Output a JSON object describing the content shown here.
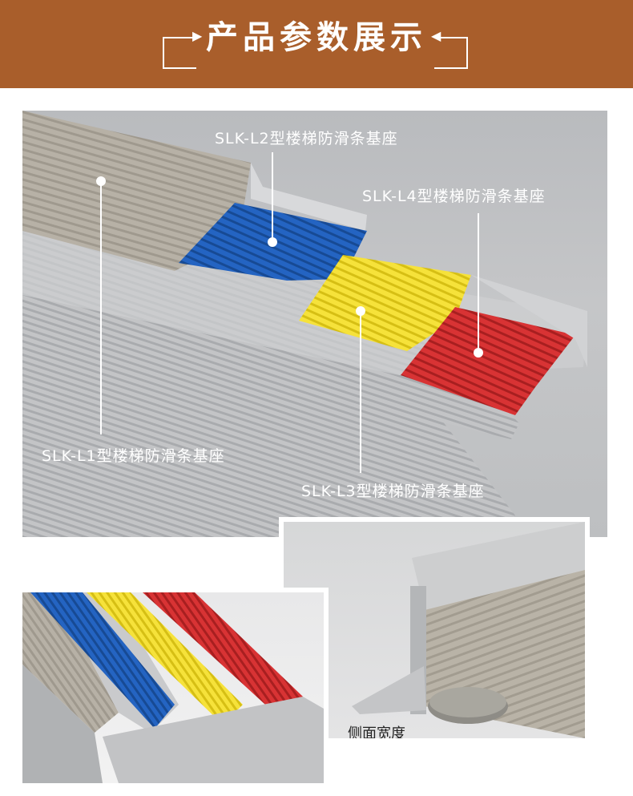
{
  "header": {
    "title": "产品参数展示"
  },
  "main_photo": {
    "labels": [
      "SLK-L2型楼梯防滑条基座",
      "SLK-L4型楼梯防滑条基座",
      "SLK-L1型楼梯防滑条基座",
      "SLK-L3型楼梯防滑条基座"
    ]
  },
  "side_photo": {
    "caption": "侧面宽度"
  },
  "colors": {
    "banner": "#a95e2b",
    "beige": "#b3ada2",
    "blue": "#1f5db8",
    "yellow": "#f2de2a",
    "red": "#d42e2f",
    "aluminum": "#c9cacc"
  }
}
